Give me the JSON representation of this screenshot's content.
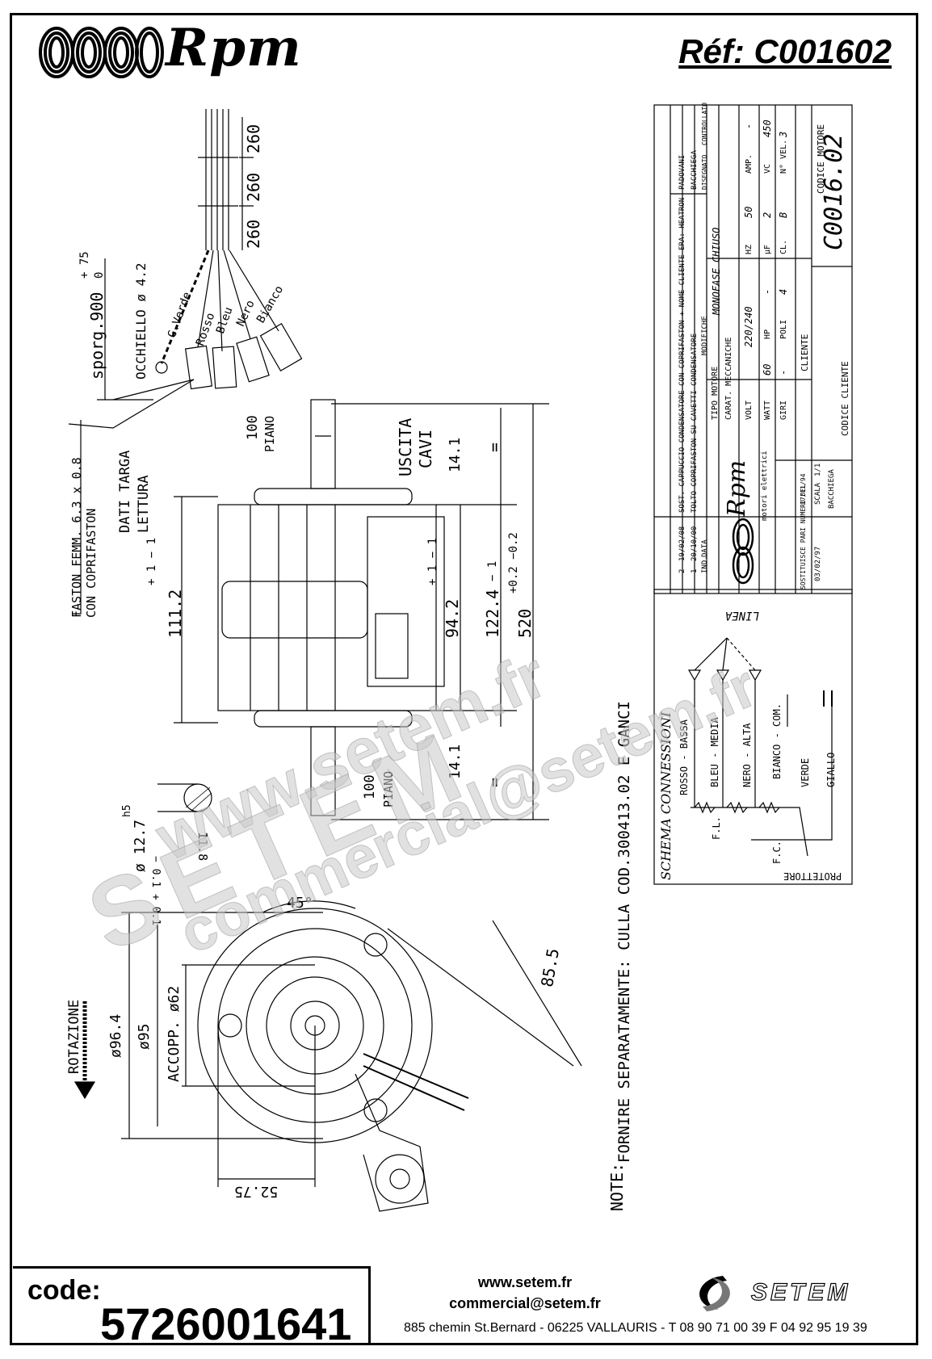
{
  "header": {
    "brand": "Rpm",
    "reference": "Réf:  C001602"
  },
  "drawing": {
    "cable_lengths": [
      "260",
      "260",
      "260"
    ],
    "sporgenza": "sporg.900",
    "sporgenza_tol_upper": "+ 75",
    "sporgenza_tol_lower": "0",
    "occhiello": "OCCHIELLO ø 4.2",
    "wires": [
      "G.Verde",
      "Rosso",
      "Bleu",
      "Nero",
      "Bianco"
    ],
    "faston_line1": "FASTON FEMM. 6.3 x 0.8",
    "faston_line2": "CON COPRIFASTON",
    "dati_targa_line1": "DATI TARGA",
    "dati_targa_line2": "LETTURA",
    "uscita_line1": "USCITA",
    "uscita_line2": "CAVI",
    "piano_top": "100",
    "piano_label": "PIANO",
    "piano_bottom": "100",
    "dim_111": "111.2",
    "dim_111_tol": "+ 1  − 1",
    "dim_94": "94.2",
    "dim_94_tol": "+ 1  − 1",
    "dim_122": "122.4",
    "dim_122_tol": "− 1",
    "dim_520": "520",
    "dim_520_tol": "+0.2  −0.2",
    "dim_14_top": "14.1",
    "dim_14_bottom": "14.1",
    "equal_mark": "=",
    "shaft_dia": "ø 12.7",
    "shaft_fit": "h5",
    "shaft_tol": "− 0.1  + 0.1",
    "shaft_flat": "11.8",
    "angle": "45°",
    "dia_96": "ø96.4",
    "dia_95": "ø95",
    "accopp": "ACCOPP. ø62",
    "dim_85": "85.5",
    "dim_52": "52.75",
    "rotation": "ROTAZIONE",
    "note_label": "NOTE:",
    "note_text": "FORNIRE SEPARATAMENTE: CULLA COD.300413.02 E GANCI"
  },
  "schema": {
    "title": "SCHEMA CONNESSIONI",
    "linea": "LINEA",
    "connections": [
      "ROSSO - BASSA",
      "BLEU - MEDIA",
      "NERO - ALTA",
      "BIANCO - COM.",
      "VERDE",
      "GIALLO"
    ],
    "fl": "F.L.",
    "fc": "F.C.",
    "protettore": "PROTETTORE"
  },
  "title_block": {
    "revisions": [
      {
        "ind": "2",
        "date": "19/02/08",
        "desc": "SOST. CAPPUCCIO CONDENSATORE CON COPRIFASTON + NOME CLIENTE ERA: HEATRON",
        "by": "PADOVANI"
      },
      {
        "ind": "1",
        "date": "20/10/00",
        "desc": "TOLTO COPRIFASTON SU CAVETTI CONDENSATORE",
        "by": "BACCHIEGA"
      }
    ],
    "ind_label": "IND.",
    "data_label": "DATA",
    "modifiche_label": "MODIFICHE",
    "disegnato_label": "DISEGNATO",
    "controllato_label": "CONTROLLATO",
    "dash": "-",
    "logo_sub": "motori elettrici",
    "tipo_motore_label": "TIPO MOTORE",
    "tipo_motore": "MONOFASE CHIUSO",
    "carat_label": "CARAT. MECCANICHE",
    "volt_label": "VOLT",
    "volt": "220/240",
    "hz_label": "HZ",
    "hz": "50",
    "amp_label": "AMP.",
    "amp": "-",
    "watt_label": "WATT",
    "watt": "60",
    "hp_label": "HP",
    "hp": "-",
    "uf_label": "µF",
    "uf": "2",
    "vc_label": "VC",
    "vc": "450",
    "giri_label": "GIRI",
    "giri": "-",
    "poli_label": "POLI",
    "poli": "4",
    "cl_label": "CL.",
    "cl": "B",
    "nvel_label": "N° VEL.",
    "nvel": "3",
    "sostituisce": "SOSTITUISCE PARI NUMERO DEL",
    "sostituisce_date": "17/11/94",
    "scala_label": "SCALA",
    "scala": "1/1",
    "data_val": "03/02/97",
    "disegnato_by": "BACCHIEGA",
    "cliente_label": "CLIENTE",
    "codice_motore_label": "CODICE MOTORE",
    "codice_motore": "C0016.02",
    "codice_cliente_label": "CODICE CLIENTE"
  },
  "watermark": {
    "line1": "www.setem.fr",
    "line2": "SETEM",
    "line3": "commercial@setem.fr"
  },
  "footer": {
    "code_label": "code:",
    "code_value": "5726001641",
    "website": "www.setem.fr",
    "email": "commercial@setem.fr",
    "address": "885 chemin St.Bernard  -  06225 VALLAURIS  -  T 08 90 71 00 39   F 04 92 95 19 39",
    "setem_logo": "SETEM"
  }
}
